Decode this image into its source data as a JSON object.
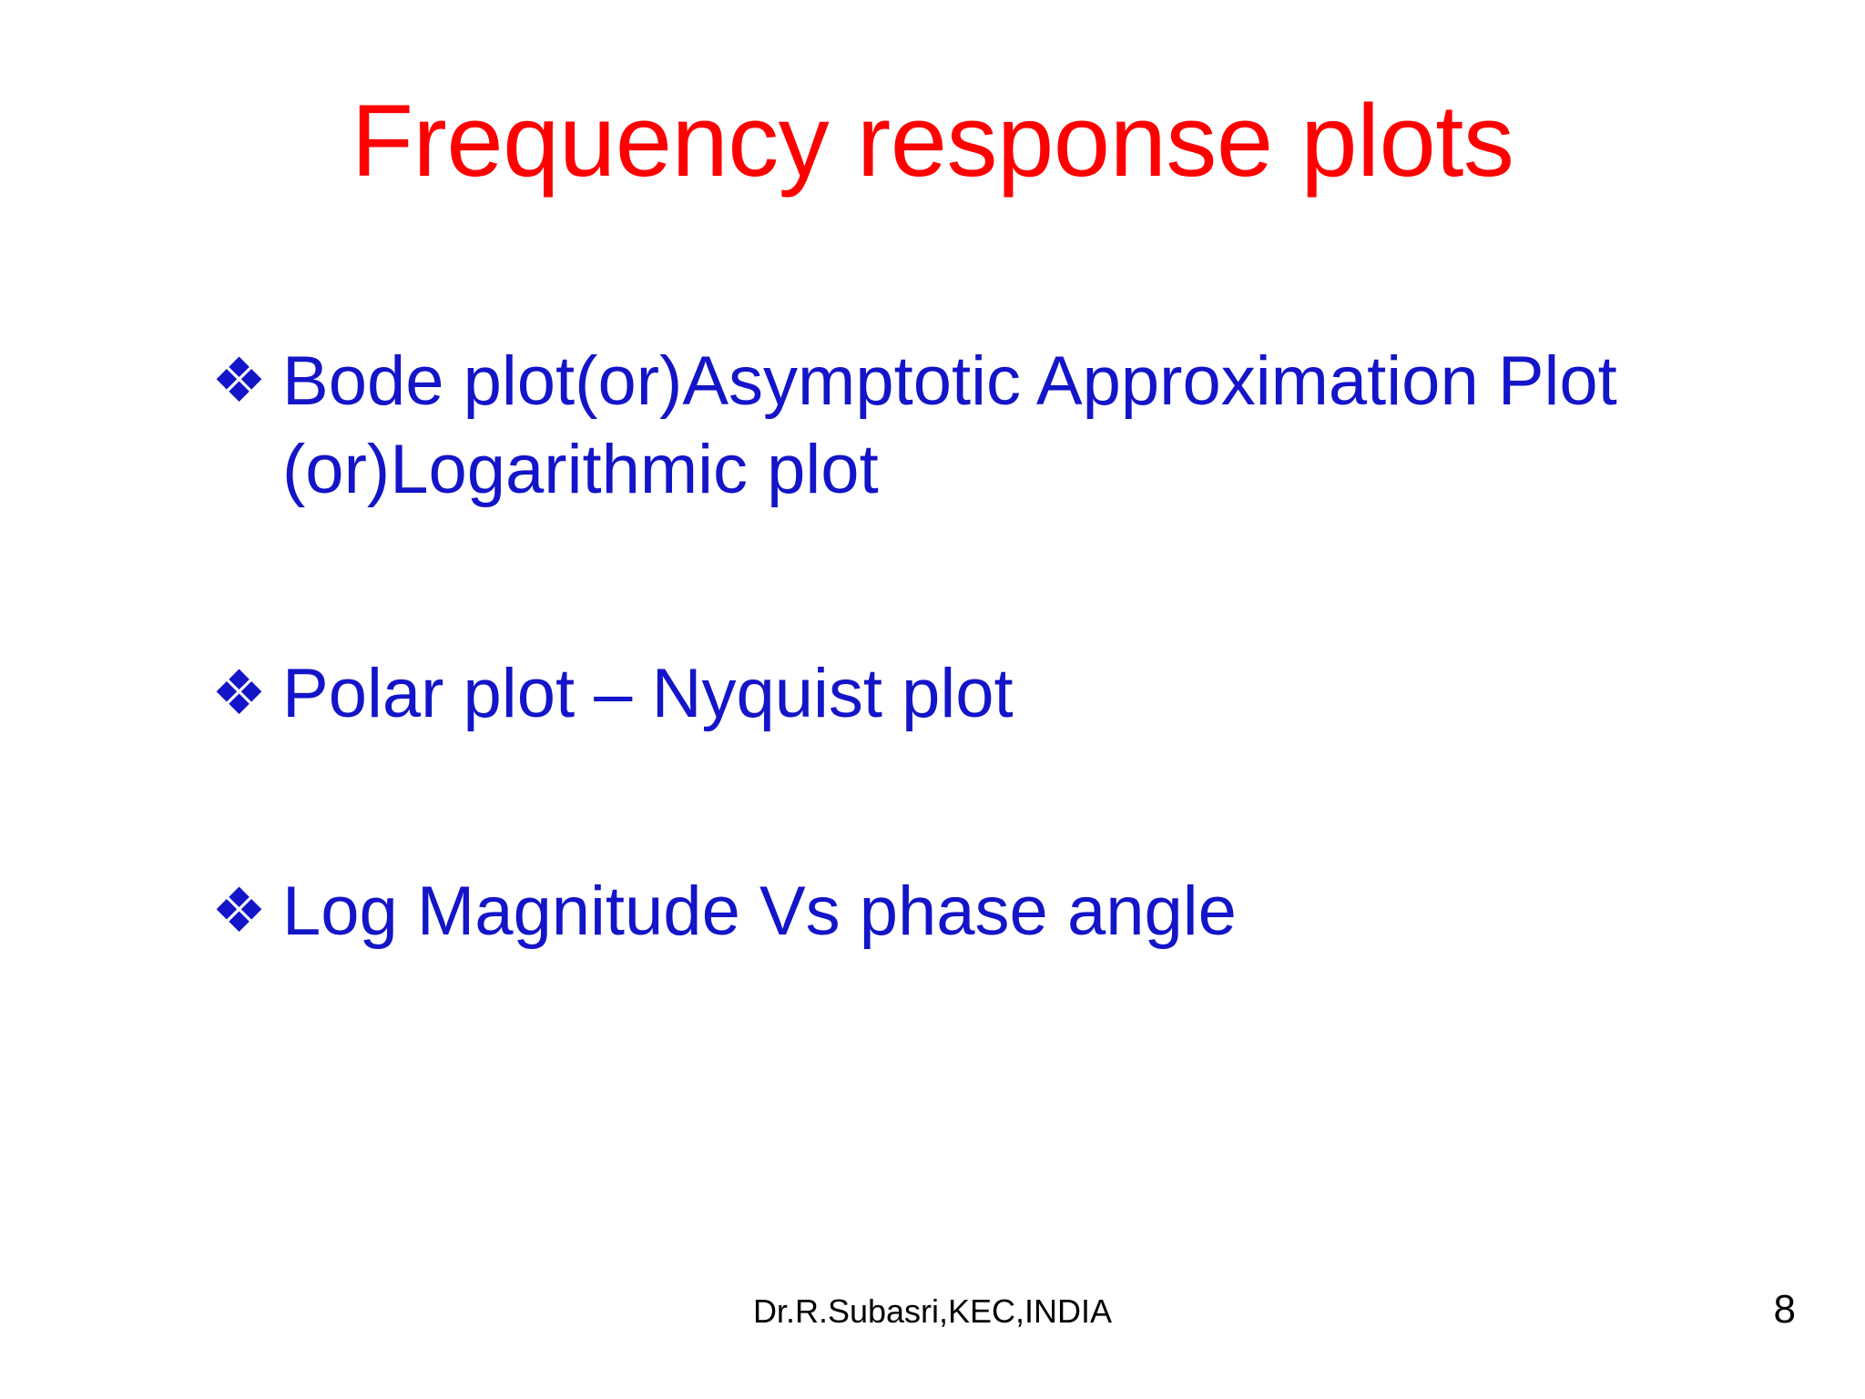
{
  "slide": {
    "title": "Frequency response plots",
    "title_color": "#ff0000",
    "body_color": "#1414c8",
    "background_color": "#ffffff",
    "bullet_glyph": "❖",
    "bullets": [
      {
        "marker": "❖",
        "text": "Bode plot(or)Asymptotic Approximation Plot (or)Logarithmic plot"
      },
      {
        "marker": "❖",
        "text": "Polar plot – Nyquist plot"
      },
      {
        "marker": "❖",
        "text": "Log Magnitude Vs phase angle"
      }
    ],
    "footer": {
      "credit": "Dr.R.Subasri,KEC,INDIA",
      "page_number": "8"
    }
  }
}
